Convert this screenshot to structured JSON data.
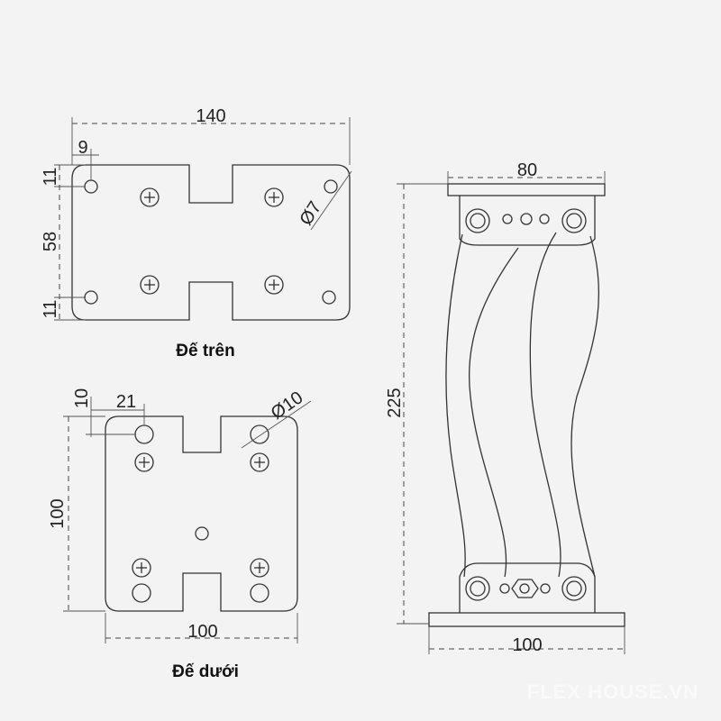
{
  "top_plate": {
    "label": "Đế trên",
    "width_dim": "140",
    "offset_dim": "9",
    "edge_top_dim": "11",
    "pitch_dim": "58",
    "edge_bottom_dim": "11",
    "hole_dim": "Ø7"
  },
  "bottom_plate": {
    "label": "Đế dưới",
    "edge_dim": "10",
    "offset_dim": "21",
    "hole_dim": "Ø10",
    "height_dim": "100",
    "width_dim": "100"
  },
  "side_view": {
    "top_width_dim": "80",
    "height_dim": "225",
    "base_width_dim": "100"
  },
  "watermark": "FLEX HOUSE.VN"
}
